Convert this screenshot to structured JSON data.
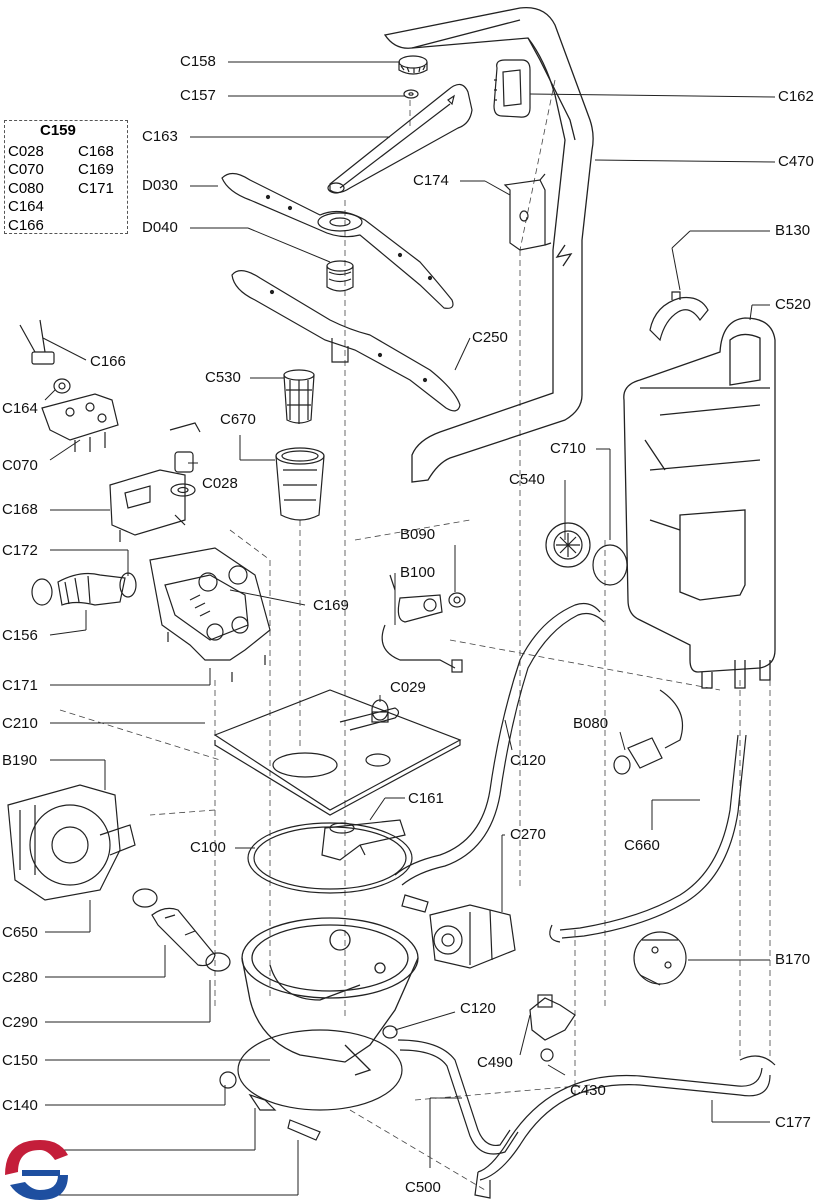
{
  "legend": {
    "title": "C159",
    "items": [
      "C028",
      "C168",
      "C070",
      "C169",
      "C080",
      "C171",
      "C164",
      "C166"
    ]
  },
  "labels": {
    "C158": "C158",
    "C157": "C157",
    "C163": "C163",
    "D030": "D030",
    "D040": "D040",
    "C162": "C162",
    "C470": "C470",
    "C174": "C174",
    "B130": "B130",
    "C520": "C520",
    "C166": "C166",
    "C250": "C250",
    "C164": "C164",
    "C530": "C530",
    "C070": "C070",
    "C670": "C670",
    "C028": "C028",
    "C710": "C710",
    "C540": "C540",
    "C168": "C168",
    "B090": "B090",
    "C172": "C172",
    "B100": "B100",
    "C169": "C169",
    "C156": "C156",
    "C171": "C171",
    "C029": "C029",
    "C210": "C210",
    "B080": "B080",
    "C120r": "C120",
    "B190": "B190",
    "C161": "C161",
    "C270": "C270",
    "C660": "C660",
    "C100": "C100",
    "C650": "C650",
    "B170": "B170",
    "C280": "C280",
    "C290": "C290",
    "C120": "C120",
    "C490": "C490",
    "C150": "C150",
    "C430": "C430",
    "C140": "C140",
    "C177": "C177",
    "C500": "C500"
  }
}
